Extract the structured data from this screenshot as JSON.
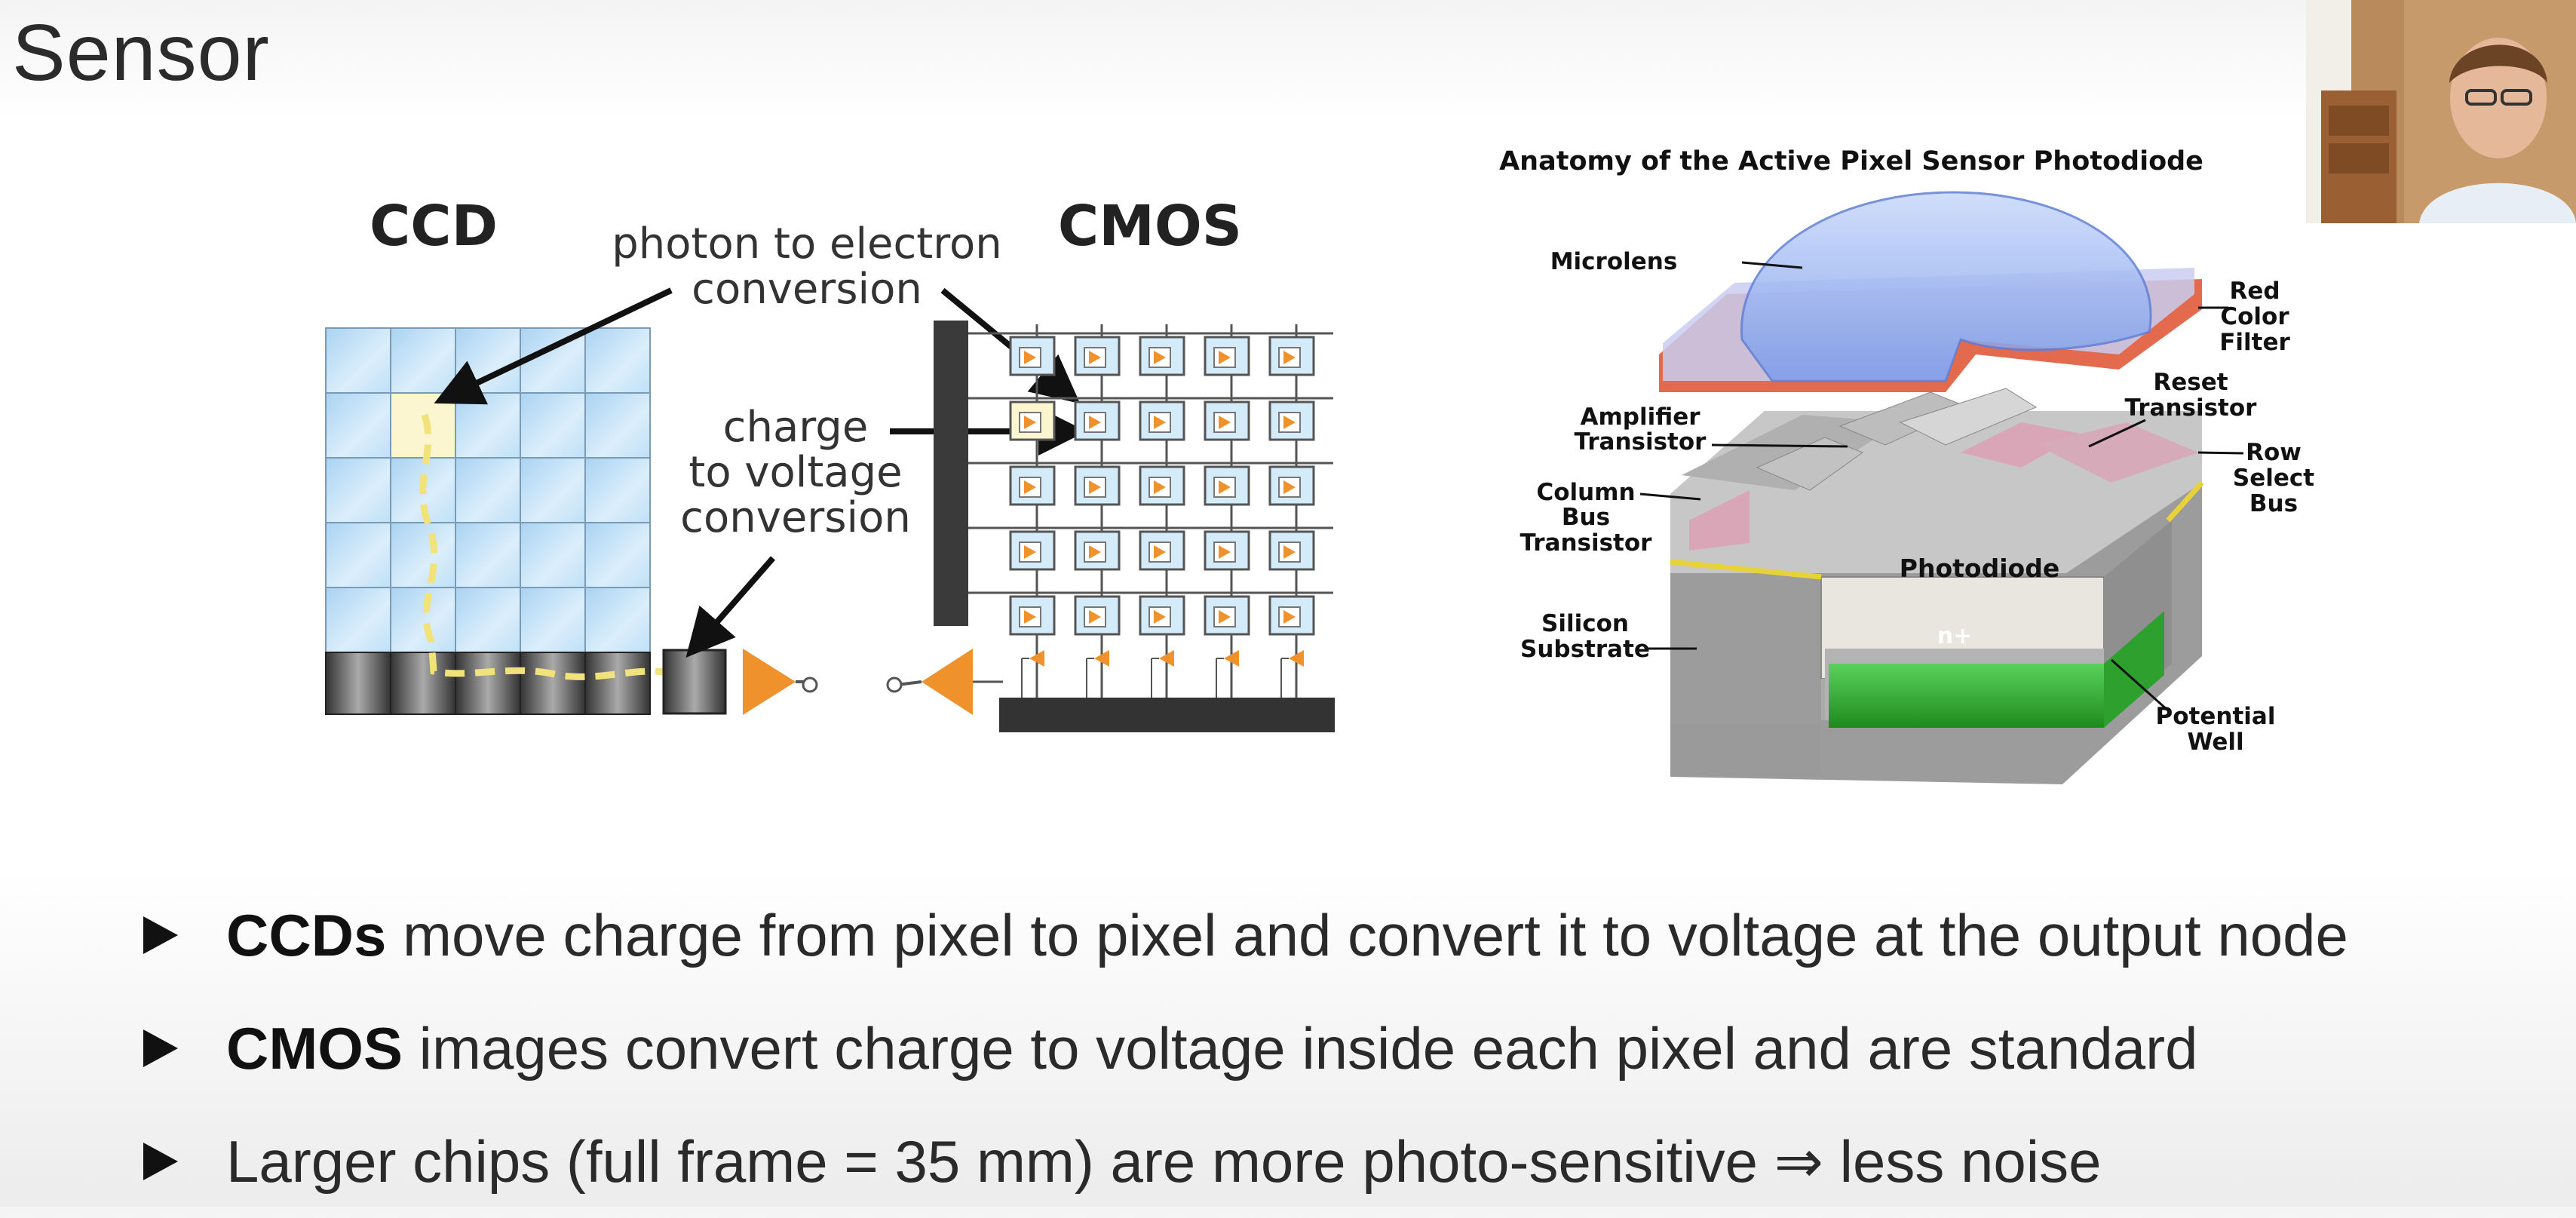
{
  "slide": {
    "title": "Sensor"
  },
  "ccd_cmos_figure": {
    "ccd_label": "CCD",
    "cmos_label": "CMOS",
    "photon_label_line1": "photon to electron",
    "photon_label_line2": "conversion",
    "charge_label_line1": "charge",
    "charge_label_line2": "to voltage",
    "charge_label_line3": "conversion"
  },
  "aps_figure": {
    "title": "Anatomy of the Active Pixel Sensor Photodiode",
    "labels": {
      "microlens": "Microlens",
      "red_filter_1": "Red",
      "red_filter_2": "Color",
      "red_filter_3": "Filter",
      "amplifier_1": "Amplifier",
      "amplifier_2": "Transistor",
      "reset_1": "Reset",
      "reset_2": "Transistor",
      "column_1": "Column",
      "column_2": "Bus",
      "column_3": "Transistor",
      "row_1": "Row",
      "row_2": "Select",
      "row_3": "Bus",
      "photodiode": "Photodiode",
      "nplus": "n+",
      "silicon_1": "Silicon",
      "silicon_2": "Substrate",
      "potential_1": "Potential",
      "potential_2": "Well"
    }
  },
  "bullets": [
    {
      "bold": "CCDs",
      "text": " move charge from pixel to pixel and convert it to voltage at the output node"
    },
    {
      "bold": "CMOS",
      "text": " images convert charge to voltage inside each pixel and are standard"
    },
    {
      "bold": "",
      "text": "Larger chips (full frame = 35 mm) are more photo-sensitive ⇒ less noise"
    }
  ],
  "colors": {
    "accent_orange": "#f0922b",
    "ccd_pixel": "#cfe6f7",
    "potential_well": "#3aa83a",
    "microlens": "#8fb0f0",
    "red_filter": "#e0503a"
  },
  "webcam": {
    "icon": "presenter-video-icon"
  }
}
